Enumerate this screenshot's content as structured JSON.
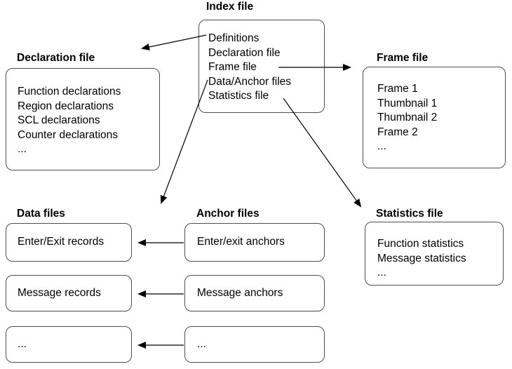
{
  "index_file": {
    "title": "Index file",
    "entries": [
      "Definitions",
      "Declaration file",
      "Frame file",
      "Data/Anchor files",
      "Statistics file"
    ]
  },
  "declaration_file": {
    "title": "Declaration file",
    "entries": [
      "Function declarations",
      "Region declarations",
      "SCL declarations",
      "Counter declarations",
      "..."
    ]
  },
  "frame_file": {
    "title": "Frame file",
    "entries": [
      "Frame 1",
      "Thumbnail 1",
      "Thumbnail 2",
      "Frame 2",
      "..."
    ]
  },
  "data_files": {
    "title": "Data files",
    "boxes": [
      "Enter/Exit records",
      "Message records",
      "..."
    ]
  },
  "anchor_files": {
    "title": "Anchor files",
    "boxes": [
      "Enter/exit anchors",
      "Message anchors",
      "..."
    ]
  },
  "statistics_file": {
    "title": "Statistics file",
    "entries": [
      "Function statistics",
      "Message statistics",
      "..."
    ]
  },
  "colors": {
    "background": "#ffffff",
    "box_border": "#4f4f4f",
    "arrow": "#000000",
    "text": "#000000"
  }
}
